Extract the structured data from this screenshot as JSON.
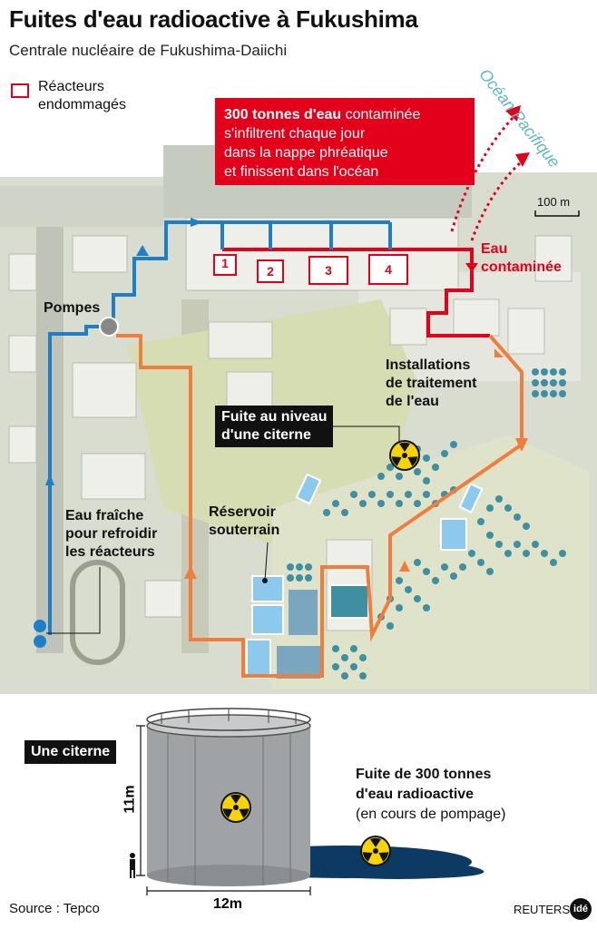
{
  "header": {
    "title": "Fuites d'eau radioactive à Fukushima",
    "subtitle": "Centrale nucléaire de Fukushima-Daiichi"
  },
  "legend": {
    "line1": "Réacteurs",
    "line2": "endommagés"
  },
  "alert": {
    "bold": "300 tonnes d'eau",
    "line1_rest": " contaminée",
    "line2": "s'infiltrent chaque jour",
    "line3": "dans la nappe phréatique",
    "line4": "et finissent dans l'océan"
  },
  "ocean_label": "Océan Pacifique",
  "scale_label": "100 m",
  "reactors": [
    "1",
    "2",
    "3",
    "4"
  ],
  "labels": {
    "eau_contaminee_1": "Eau",
    "eau_contaminee_2": "contaminée",
    "pompes": "Pompes",
    "installations_1": "Installations",
    "installations_2": "de traitement",
    "installations_3": "de l'eau",
    "fuite_citerne_1": "Fuite au niveau",
    "fuite_citerne_2": "d'une citerne",
    "reservoir_1": "Réservoir",
    "reservoir_2": "souterrain",
    "eau_fraiche_1": "Eau fraîche",
    "eau_fraiche_2": "pour refroidir",
    "eau_fraiche_3": "les réacteurs",
    "une_citerne": "Une citerne",
    "height": "11m",
    "width": "12m",
    "fuite_300_1": "Fuite de 300 tonnes",
    "fuite_300_2": "d'eau radioactive",
    "fuite_300_3": "(en cours de pompage)"
  },
  "footer": {
    "source": "Source : Tepco",
    "credit": "REUTERS -",
    "logo": "idé"
  },
  "colors": {
    "fresh_water": "#1e7fc6",
    "contaminated": "#e2001a",
    "treatment_flow": "#ef7d3c",
    "tank": "#3f8fa3",
    "ocean_text": "#5fb5c9"
  }
}
